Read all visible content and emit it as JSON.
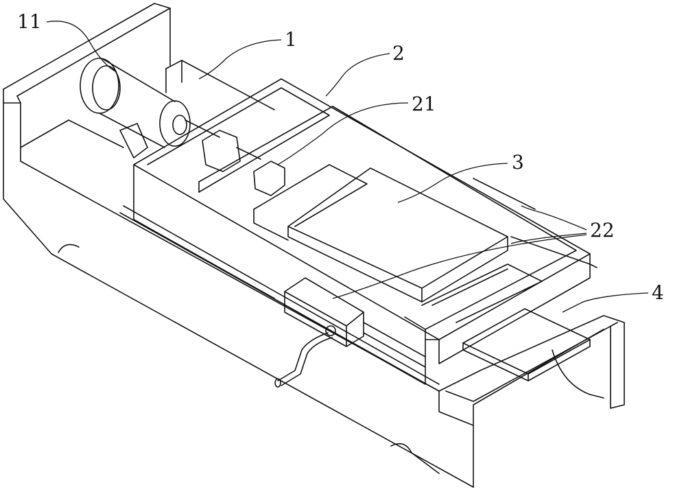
{
  "figure": {
    "type": "patent mechanical drawing",
    "labels": [
      {
        "id": "motor",
        "text": "11"
      },
      {
        "id": "base",
        "text": "1"
      },
      {
        "id": "box",
        "text": "2"
      },
      {
        "id": "clamp",
        "text": "21"
      },
      {
        "id": "plate",
        "text": "3"
      },
      {
        "id": "rails",
        "text": "22"
      },
      {
        "id": "tray",
        "text": "4"
      }
    ]
  }
}
